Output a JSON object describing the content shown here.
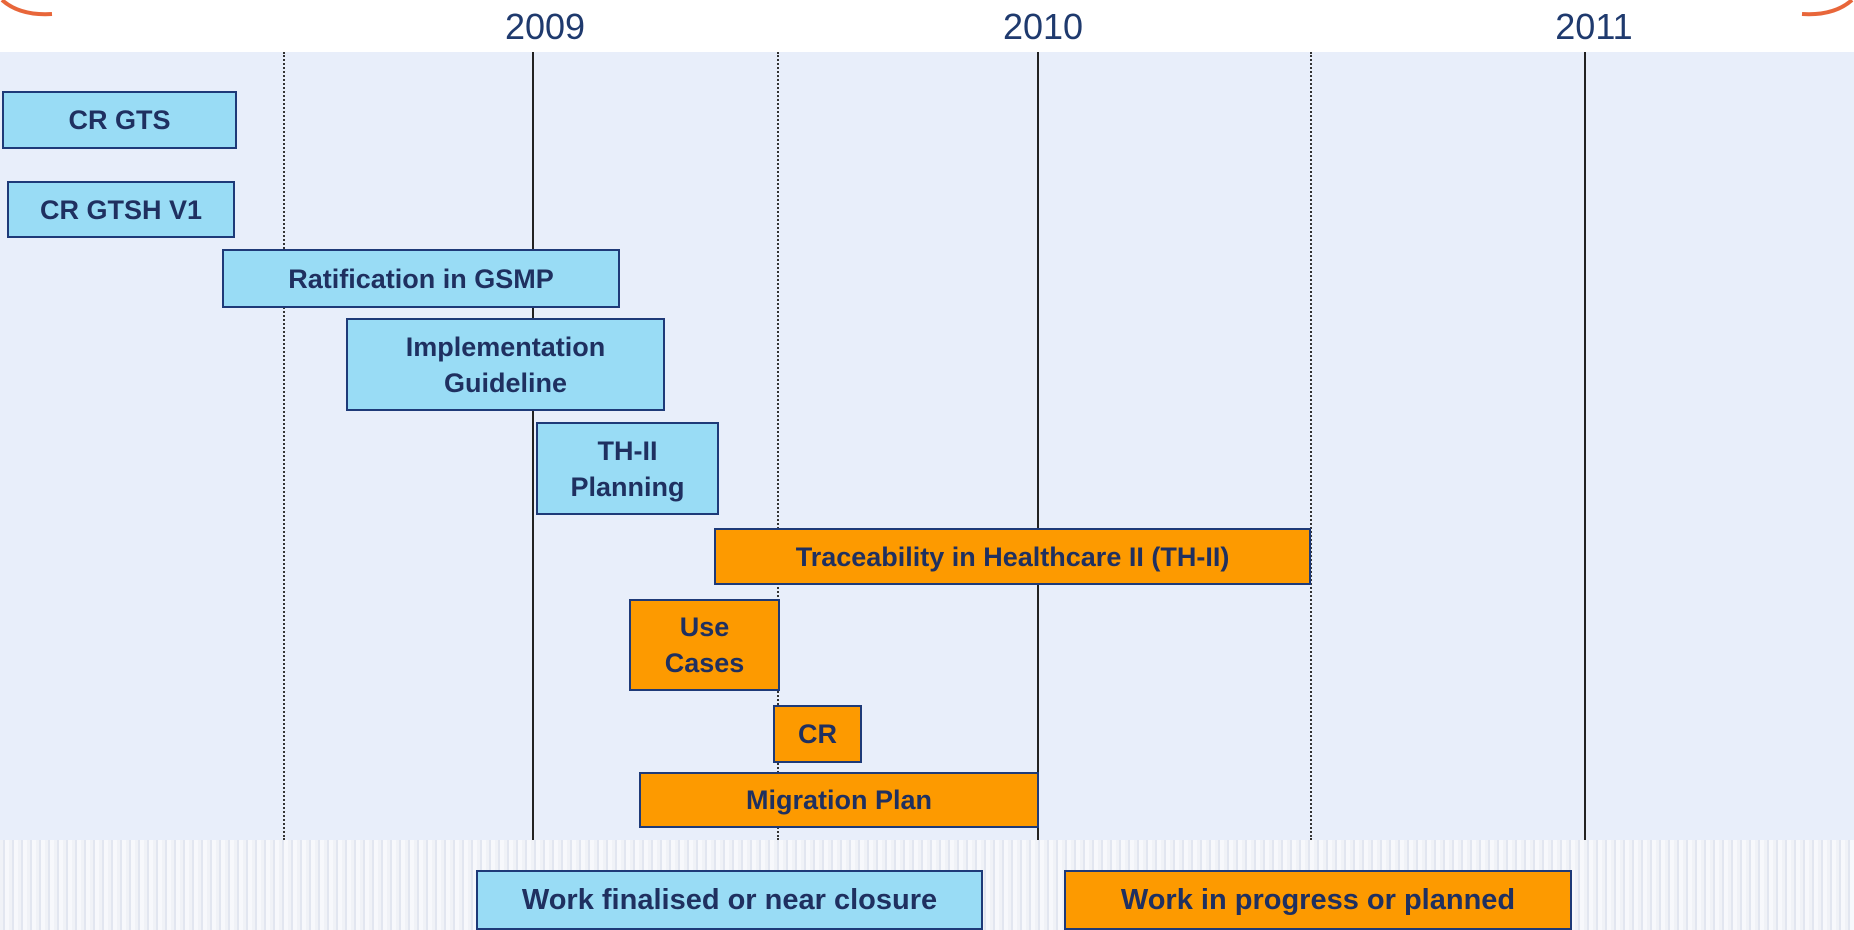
{
  "colors": {
    "background": "#e8eefa",
    "finalised": "#99dcf5",
    "in_progress": "#fd9a00",
    "border": "#1e3a78",
    "text": "#1f3060",
    "arrow": "#e8663a"
  },
  "timeline": {
    "years": [
      "2009",
      "2010",
      "2011"
    ]
  },
  "tasks": [
    {
      "label": "CR GTS",
      "status": "finalised"
    },
    {
      "label": "CR GTSH V1",
      "status": "finalised"
    },
    {
      "label": "Ratification in GSMP",
      "status": "finalised"
    },
    {
      "label": "Implementation\nGuideline",
      "status": "finalised"
    },
    {
      "label": "TH-II\nPlanning",
      "status": "finalised"
    },
    {
      "label": "Traceability in Healthcare II (TH-II)",
      "status": "in_progress"
    },
    {
      "label": "Use\nCases",
      "status": "in_progress"
    },
    {
      "label": "CR",
      "status": "in_progress"
    },
    {
      "label": "Migration Plan",
      "status": "in_progress"
    }
  ],
  "legend": {
    "finalised": "Work finalised  or near closure",
    "in_progress": "Work in  progress or planned"
  }
}
